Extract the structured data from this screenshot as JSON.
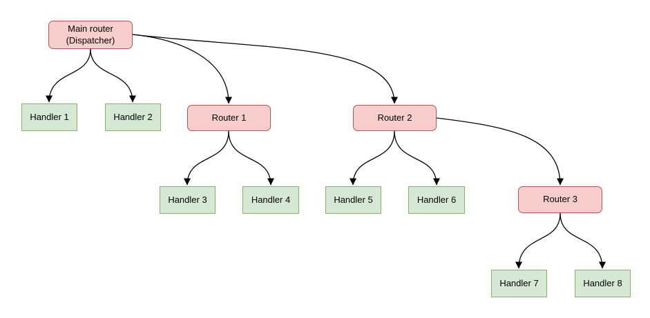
{
  "diagram": {
    "type": "tree",
    "background": "#ffffff",
    "colors": {
      "canvas_bg": "#ffffff",
      "router_fill": "#f8cecc",
      "router_border": "#b85450",
      "handler_fill": "#d5e8d4",
      "handler_border": "#82b366",
      "edge_stroke": "#000000",
      "text_color": "#000000"
    },
    "nodes": [
      {
        "id": "main-router",
        "type": "router",
        "label": "Main router\n(Dispatcher)"
      },
      {
        "id": "handler-1",
        "type": "handler",
        "label": "Handler 1"
      },
      {
        "id": "handler-2",
        "type": "handler",
        "label": "Handler 2"
      },
      {
        "id": "router-1",
        "type": "router",
        "label": "Router 1"
      },
      {
        "id": "router-2",
        "type": "router",
        "label": "Router 2"
      },
      {
        "id": "handler-3",
        "type": "handler",
        "label": "Handler 3"
      },
      {
        "id": "handler-4",
        "type": "handler",
        "label": "Handler 4"
      },
      {
        "id": "handler-5",
        "type": "handler",
        "label": "Handler 5"
      },
      {
        "id": "handler-6",
        "type": "handler",
        "label": "Handler 6"
      },
      {
        "id": "router-3",
        "type": "router",
        "label": "Router 3"
      },
      {
        "id": "handler-7",
        "type": "handler",
        "label": "Handler 7"
      },
      {
        "id": "handler-8",
        "type": "handler",
        "label": "Handler 8"
      }
    ],
    "edges": [
      {
        "from": "main-router",
        "to": "handler-1"
      },
      {
        "from": "main-router",
        "to": "handler-2"
      },
      {
        "from": "main-router",
        "to": "router-1"
      },
      {
        "from": "main-router",
        "to": "router-2"
      },
      {
        "from": "router-1",
        "to": "handler-3"
      },
      {
        "from": "router-1",
        "to": "handler-4"
      },
      {
        "from": "router-2",
        "to": "handler-5"
      },
      {
        "from": "router-2",
        "to": "handler-6"
      },
      {
        "from": "router-2",
        "to": "router-3"
      },
      {
        "from": "router-3",
        "to": "handler-7"
      },
      {
        "from": "router-3",
        "to": "handler-8"
      }
    ]
  }
}
